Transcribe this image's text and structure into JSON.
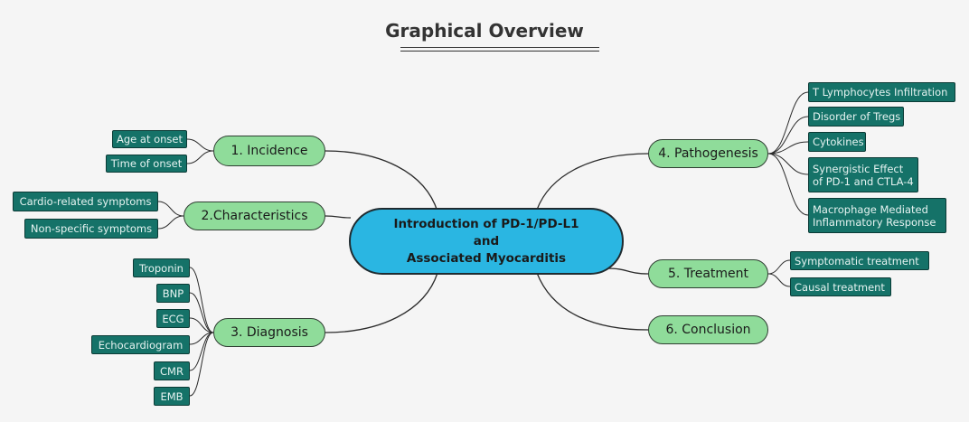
{
  "title": "Graphical Overview",
  "center": {
    "line1": "Introduction of PD-1/PD-L1",
    "line2": "and",
    "line3": "Associated Myocarditis"
  },
  "branches": {
    "incidence": {
      "label": "1. Incidence",
      "children": [
        "Age at onset",
        "Time of onset"
      ]
    },
    "characteristics": {
      "label": "2.Characteristics",
      "children": [
        "Cardio-related symptoms",
        "Non-specific symptoms"
      ]
    },
    "diagnosis": {
      "label": "3. Diagnosis",
      "children": [
        "Troponin",
        "BNP",
        "ECG",
        "Echocardiogram",
        "CMR",
        "EMB"
      ]
    },
    "pathogenesis": {
      "label": "4. Pathogenesis",
      "children": [
        {
          "line1": "T Lymphocytes Infiltration",
          "line2": ""
        },
        {
          "line1": "Disorder of Tregs",
          "line2": ""
        },
        {
          "line1": "Cytokines",
          "line2": ""
        },
        {
          "line1": "Synergistic Effect",
          "line2": "of PD-1 and CTLA-4"
        },
        {
          "line1": "Macrophage Mediated",
          "line2": "Inflammatory Response"
        }
      ]
    },
    "treatment": {
      "label": "5. Treatment",
      "children": [
        "Symptomatic treatment",
        "Causal treatment"
      ]
    },
    "conclusion": {
      "label": "6. Conclusion"
    }
  },
  "colors": {
    "background": "#f5f5f5",
    "center_fill": "#2ab6e2",
    "branch_fill": "#8fdc9a",
    "leaf_fill": "#157268",
    "connector": "#2b2b2b"
  }
}
